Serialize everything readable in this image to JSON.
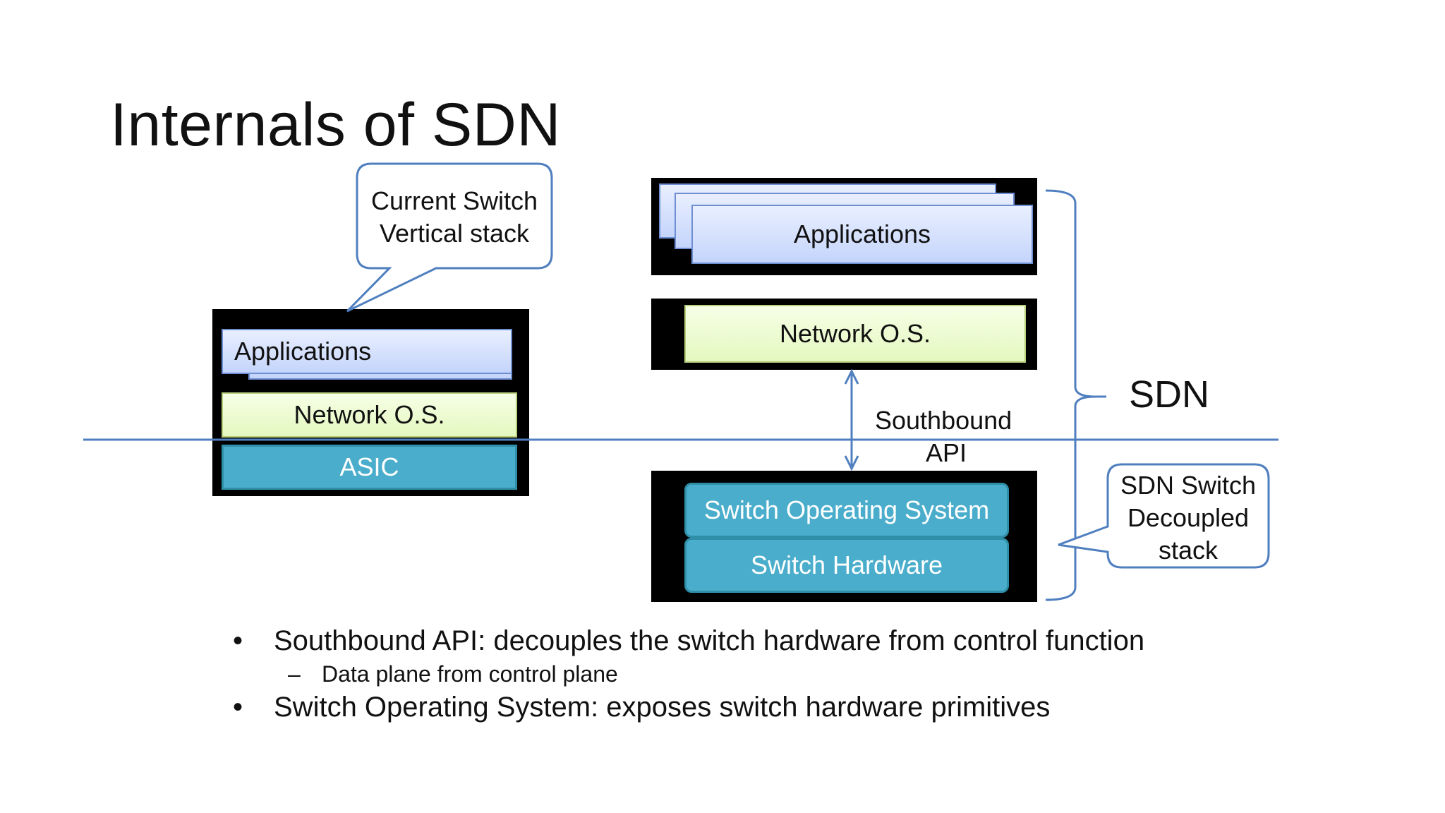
{
  "slide": {
    "title": "Internals of SDN"
  },
  "left_stack": {
    "callout": {
      "line1": "Current Switch",
      "line2": "Vertical stack"
    },
    "applications": "Applications",
    "network_os": "Network O.S.",
    "asic": "ASIC"
  },
  "right_stack": {
    "applications": "Applications",
    "network_os": "Network O.S.",
    "southbound": {
      "line1": "Southbound",
      "line2": "API"
    },
    "switch_os": "Switch Operating System",
    "switch_hw": "Switch Hardware",
    "sdn_label": "SDN",
    "callout": {
      "line1": "SDN Switch",
      "line2": "Decoupled",
      "line3": "stack"
    }
  },
  "bullets": [
    {
      "text": "Southbound API: decouples the switch hardware from control function",
      "sub": "Data plane from control plane"
    },
    {
      "text": "Switch Operating System: exposes switch hardware primitives"
    }
  ],
  "colors": {
    "line_blue": "#4f7fbf",
    "teal": "#4aadcb",
    "app_blue": "#c4d4fb",
    "nos_green": "#e4f8bf"
  }
}
